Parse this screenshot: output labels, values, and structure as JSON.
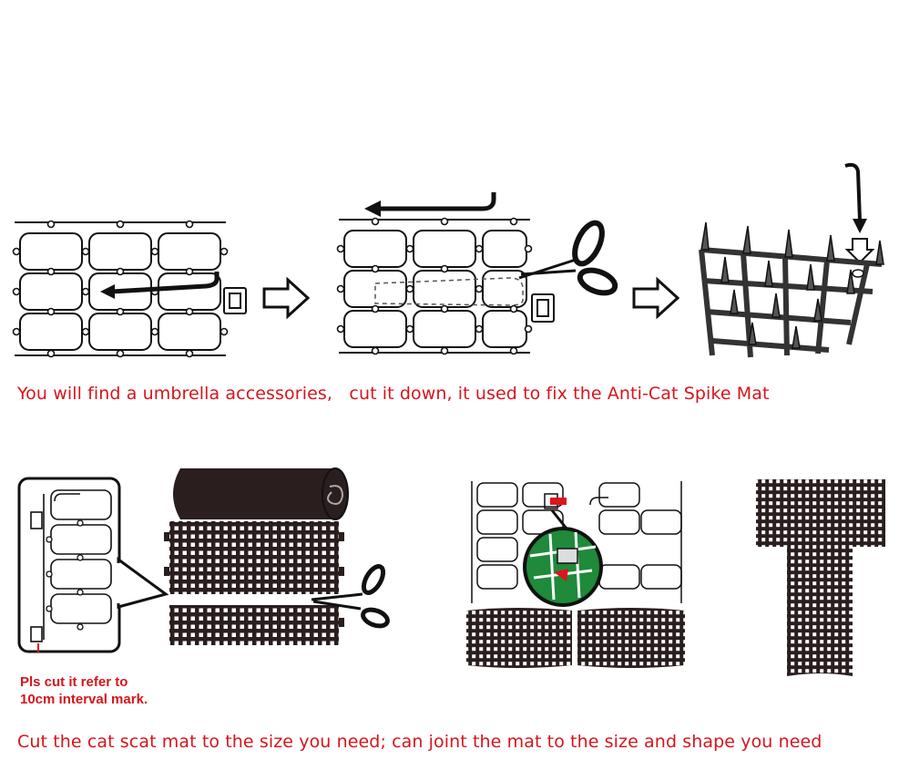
{
  "captions": {
    "top": "You will find a umbrella accessories,   cut it down, it used to fix the Anti-Cat Spike Mat",
    "bottom": "Cut the cat scat mat to the size you need; can joint the mat to the size and shape you need"
  },
  "note": {
    "line1": "Pls cut it refer to",
    "line2": "10cm interval mark."
  },
  "colors": {
    "caption_red": "#d8141c",
    "ink": "#111111",
    "mat_dark": "#2a1e1e",
    "zoom_green": "#1e8a3a",
    "marker_red": "#e0141c"
  },
  "icons": [
    "scissors-icon",
    "arrow-right-outline-icon",
    "hook-arrow-icon",
    "roll-icon"
  ]
}
